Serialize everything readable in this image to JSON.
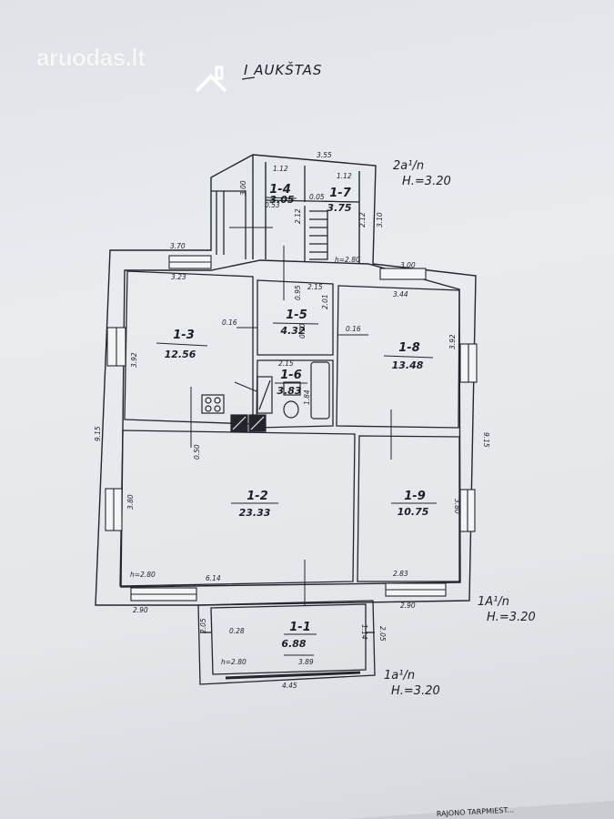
{
  "watermark": "aruodas.lt",
  "floor_title": "I AUKŠTAS",
  "rooms": [
    {
      "id": "1-1",
      "area": "6.88"
    },
    {
      "id": "1-2",
      "area": "23.33"
    },
    {
      "id": "1-3",
      "area": "12.56"
    },
    {
      "id": "1-4",
      "area": "3.05"
    },
    {
      "id": "1-5",
      "area": "4.32"
    },
    {
      "id": "1-6",
      "area": "3.83"
    },
    {
      "id": "1-7",
      "area": "3.75"
    },
    {
      "id": "1-8",
      "area": "13.48"
    },
    {
      "id": "1-9",
      "area": "10.75"
    }
  ],
  "height_notes": {
    "top": {
      "line1": "2a¹/n",
      "line2": "H.=3.20"
    },
    "right": {
      "line1": "1A¹/n",
      "line2": "H.=3.20"
    },
    "bottom": {
      "line1": "1a¹/n",
      "line2": "H.=3.20"
    }
  },
  "dimensions": {
    "porch_top": "3.55",
    "porch_w1": "1.12",
    "porch_w2": "1.12",
    "porch_h_left": "3.00",
    "porch_h_right": "3.10",
    "porch_d1": "0.53",
    "porch_d2": "0.05",
    "porch_d3": "2.12",
    "porch_d4": "2.12",
    "porch_h": "h=2.80",
    "top_left": "3.70",
    "top_left_inner": "3.23",
    "top_right": "3.00",
    "r15_top": "2.15",
    "r15_side1": "0.95",
    "r15_side2": "2.01",
    "r13_side": "3.92",
    "r13_wall": "0.16",
    "r15_wall": "0.10",
    "r18_wall": "0.16",
    "r18_top": "3.44",
    "r18_side": "3.92",
    "r16_top": "2.15",
    "r16_side": "1.84",
    "left_total": "9.15",
    "right_total": "9.15",
    "r12_wall": "0.50",
    "r12_side": "3.80",
    "r19_side": "3.80",
    "h_main": "h=2.80",
    "r12_bottom": "6.14",
    "r19_bottom": "2.83",
    "bottom_left": "2.90",
    "bottom_right": "2.90",
    "r11_left": "2.05",
    "r11_right": "2.05",
    "r11_d1": "0.28",
    "r11_d2": "1.14",
    "r11_h": "h=2.80",
    "r11_inner": "3.89",
    "r11_outer": "4.45"
  },
  "stamp_text": "RAJONO TARPMIEST..."
}
